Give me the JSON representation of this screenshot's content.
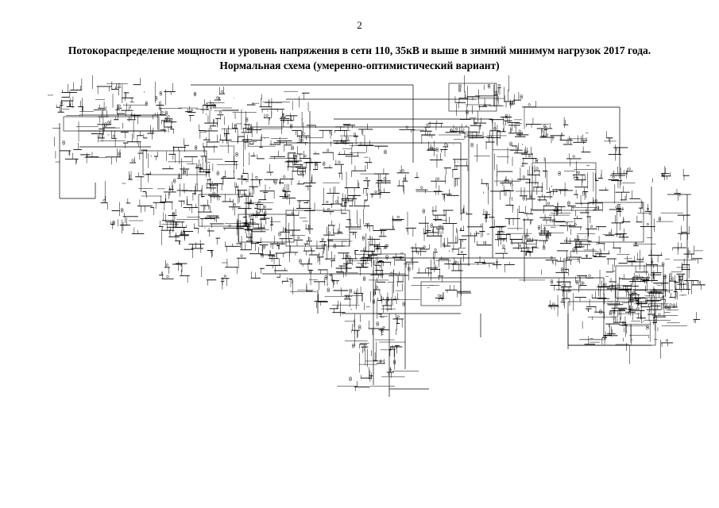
{
  "page": {
    "number": "2"
  },
  "title": {
    "line1": "Потокораспределение мощности и уровень напряжения в сети 110, 35кВ и выше в зимний минимум нагрузок 2017 года.",
    "line2": "Нормальная схема (умеренно-оптимистический вариант)"
  },
  "schema": {
    "icon": "power-network-diagram",
    "line_color": "#000000"
  }
}
